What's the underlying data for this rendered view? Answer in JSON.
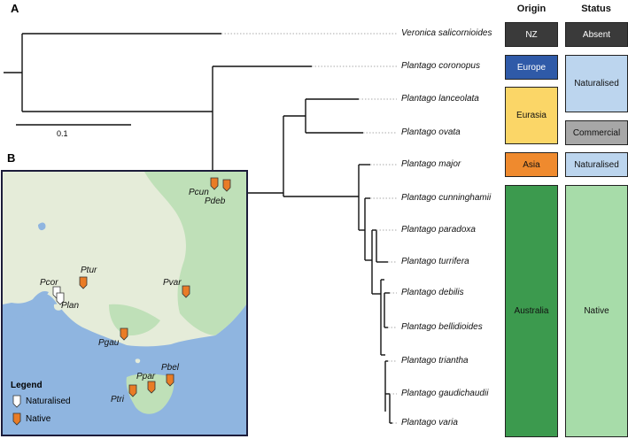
{
  "panels": {
    "a": "A",
    "b": "B"
  },
  "scale_bar": "0.1",
  "columns": {
    "origin": "Origin",
    "status": "Status"
  },
  "taxa": [
    "Veronica salicornioides",
    "Plantago coronopus",
    "Plantago lanceolata",
    "Plantago ovata",
    "Plantago major",
    "Plantago cunninghamii",
    "Plantago paradoxa",
    "Plantago turrifera",
    "Plantago debilis",
    "Plantago bellidioides",
    "Plantago triantha",
    "Plantago gaudichaudii",
    "Plantago varia"
  ],
  "origin": [
    "NZ",
    "Europe",
    "Eurasia",
    "Asia",
    "Australia"
  ],
  "status": [
    "Absent",
    "Naturalised",
    "Commercial",
    "Naturalised",
    "Native"
  ],
  "colors": {
    "nz": "#3a3a3a",
    "europe": "#2f5aa8",
    "eurasia": "#fbd667",
    "asia": "#ef8a2e",
    "australia": "#3c9a4e",
    "absent": "#3a3a3a",
    "naturalised": "#bcd5ee",
    "commercial": "#a7a7a7",
    "native": "#a7dca9",
    "marker_native": "#e97c26",
    "marker_naturalised": "#ffffff",
    "sea": "#8fb5e0",
    "land": "#e5ecd9",
    "forest": "#bfe0b8"
  },
  "map": {
    "sites": [
      "Pcun",
      "Pdeb",
      "Ptur",
      "Pcor",
      "Plan",
      "Pvar",
      "Pgau",
      "Ppar",
      "Pbel",
      "Ptri"
    ],
    "legend": {
      "title": "Legend",
      "naturalised": "Naturalised",
      "native": "Native"
    }
  }
}
